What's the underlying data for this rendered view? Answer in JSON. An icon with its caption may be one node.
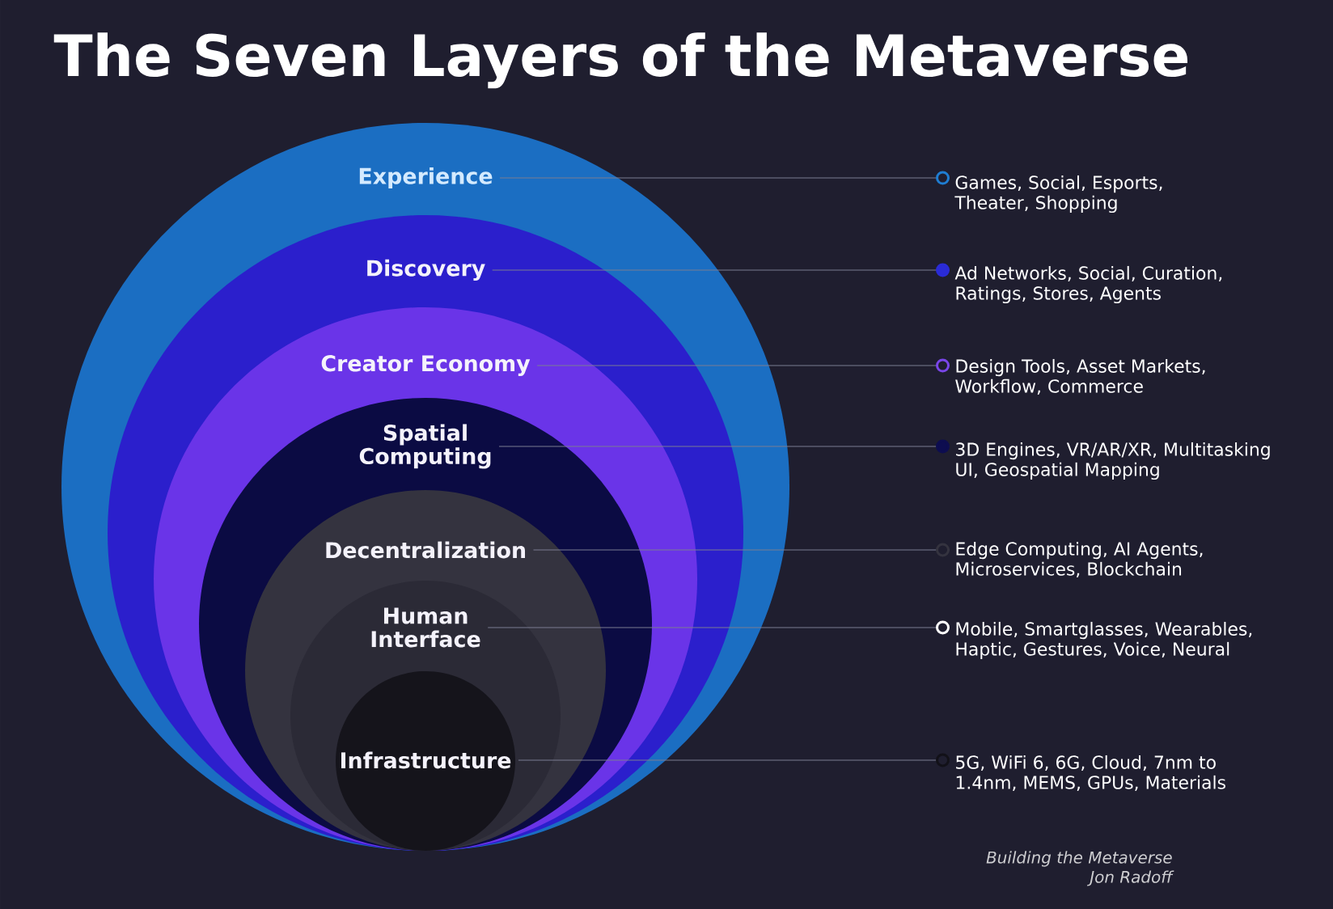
{
  "diagram": {
    "title": "The Seven Layers of the Metaverse",
    "nodes": [
      {
        "text": [
          "Experience"
        ]
      },
      {
        "text": [
          "Discovery"
        ],
        "in": 0
      },
      {
        "text": [
          "Creator Economy"
        ],
        "in": 1
      },
      {
        "text": [
          "Spatial Computing"
        ],
        "in": 2
      },
      {
        "text": [
          "Decentralization"
        ],
        "in": 3
      },
      {
        "text": [
          "Human Interface"
        ],
        "in": 4
      },
      {
        "text": [
          "Infrastructure"
        ],
        "in": 5
      },
      {
        "text": [
          "Games, Social, Esports, Theater, Shopping"
        ]
      },
      {
        "text": [
          "Ad Networks, Social, Curation, Ratings, Stores, Agents"
        ]
      },
      {
        "text": [
          "Design Tools, Asset Markets, Workflow, Commerce"
        ]
      },
      {
        "text": [
          "3D Engines, VR/AR/XR, Multitasking UI, Geospatial Mapping"
        ]
      },
      {
        "text": [
          "Edge Computing, AI Agents, Microservices, Blockchain"
        ]
      },
      {
        "text": [
          "Mobile, Smartglasses, Wearables, Haptic, Gestures, Voice, Neural"
        ]
      },
      {
        "text": [
          "5G, WiFi 6, 6G, Cloud, 7nm to 1.4nm, MEMS, GPUs, Materials"
        ]
      }
    ],
    "edges": [
      {
        "from": 0,
        "to": 7,
        "arrow": "other"
      },
      {
        "from": 1,
        "to": 8,
        "arrow": "other"
      },
      {
        "from": 2,
        "to": 9,
        "arrow": "other"
      },
      {
        "from": 3,
        "to": 10,
        "arrow": "other"
      },
      {
        "from": 4,
        "to": 11,
        "arrow": "other"
      },
      {
        "from": 5,
        "to": 12,
        "arrow": "other"
      },
      {
        "from": 6,
        "to": 13,
        "arrow": "other"
      }
    ],
    "labels": [
      "Building the Metaverse",
      "Jon Radoff"
    ]
  }
}
